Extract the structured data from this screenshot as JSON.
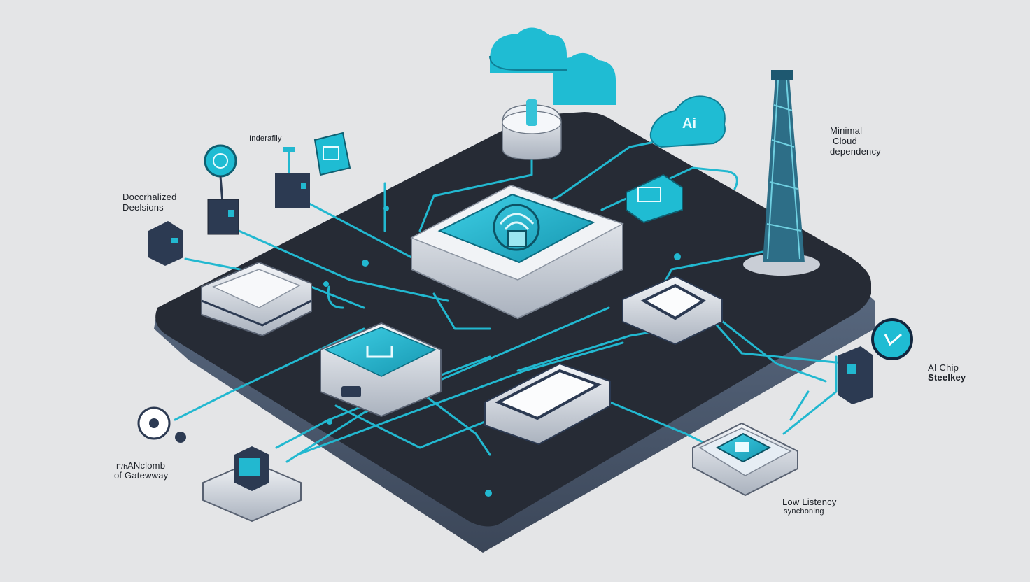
{
  "labels": {
    "decentralized": [
      "Doccrhalized",
      "Deelsions"
    ],
    "indefally": "Inderafily",
    "cloud_dependency": [
      "Minimal",
      "Cloud",
      "dependency"
    ],
    "ai_chip": [
      "AI Chip",
      "Steelkey"
    ],
    "gateway": [
      "ANclomb",
      "of Gatewway"
    ],
    "gateway_prefix": "F/h",
    "low_latency": [
      "Low Listency",
      "synchoning"
    ]
  },
  "badges": {
    "ai_cloud": "Ai"
  },
  "colors": {
    "background": "#e4e5e7",
    "board": "#262b35",
    "board_edge": "#5a6a82",
    "accent": "#22b8d0",
    "accent_dark": "#0f7f96",
    "device_dark": "#2c3a52",
    "silver": "#d7dbe2"
  },
  "icons": [
    "cloud-icon",
    "ai-cloud-icon",
    "tower-icon",
    "antenna-icon",
    "chip-icon",
    "gateway-icon",
    "sensor-icon",
    "clock-icon"
  ]
}
